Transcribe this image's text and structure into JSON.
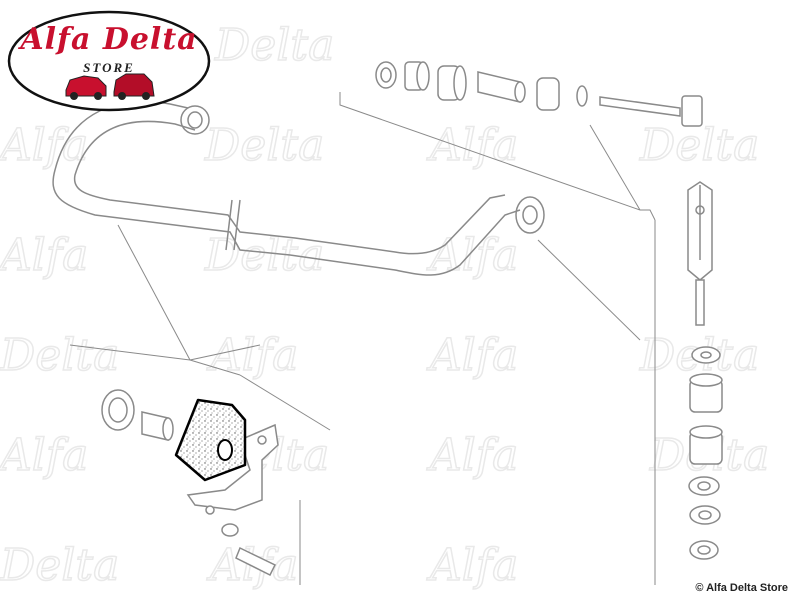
{
  "logo": {
    "title": "Alfa Delta",
    "subtitle": "STORE",
    "accent_color": "#c8102e"
  },
  "watermark": {
    "text_a": "Alfa",
    "text_b": "Delta"
  },
  "copyright": "© Alfa Delta Store",
  "highlight": {
    "part": "stabilizer-bar-bushing",
    "fill": "#d9d9d9",
    "stroke": "#000000"
  },
  "colors": {
    "line": "#7a7a7a",
    "background": "#ffffff"
  }
}
